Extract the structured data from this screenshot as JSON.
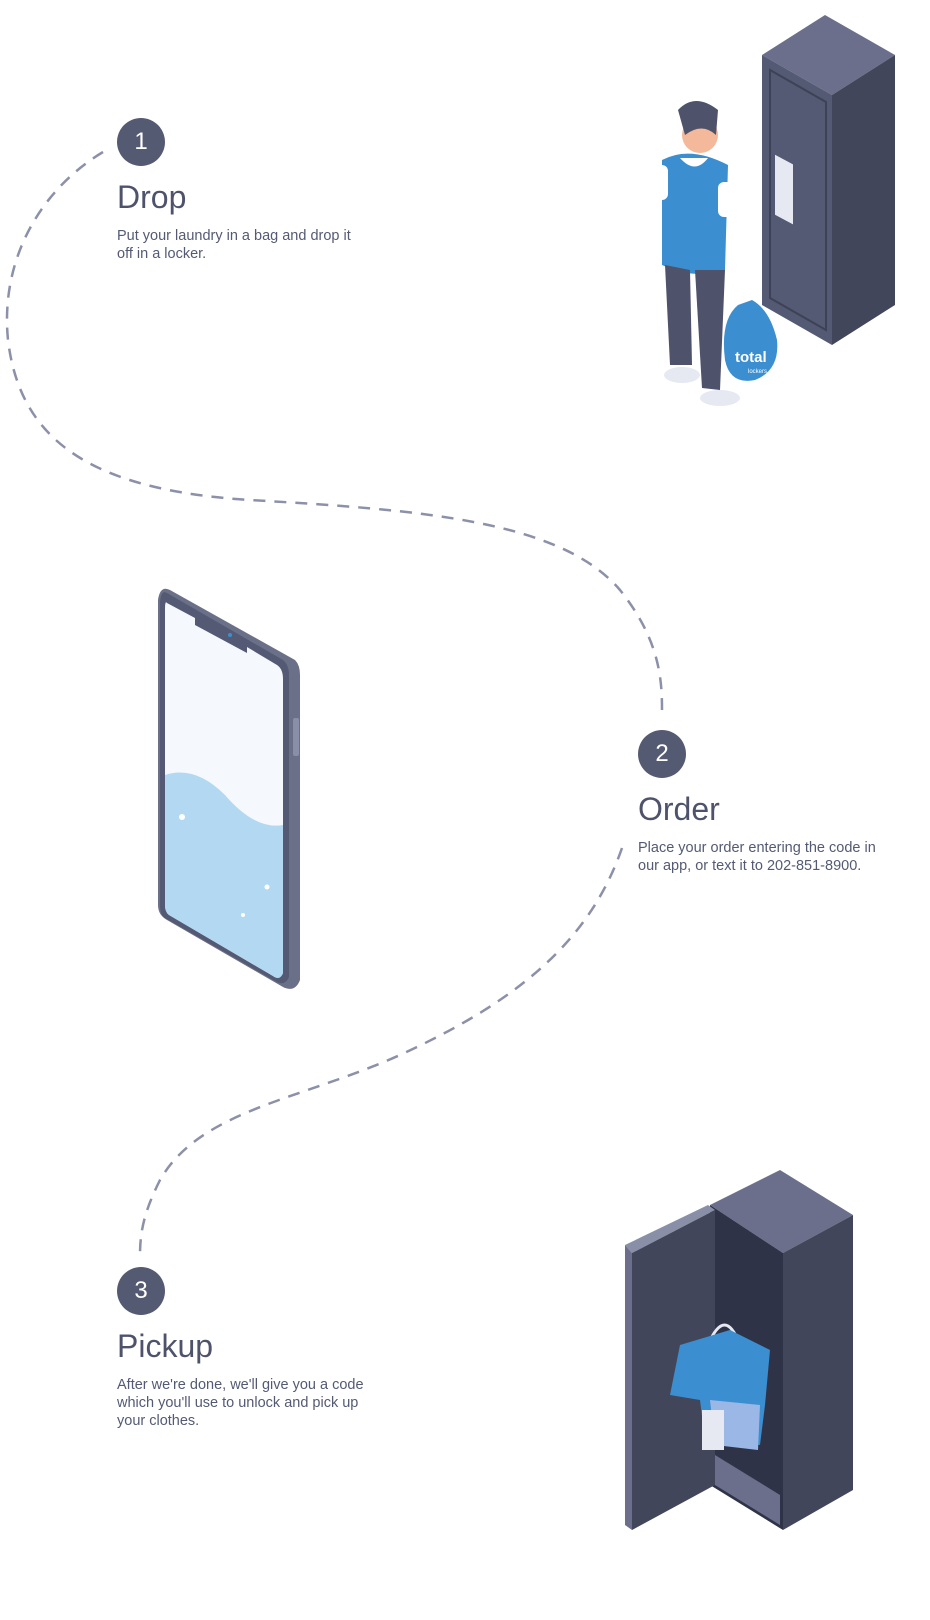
{
  "steps": [
    {
      "number": "1",
      "title": "Drop",
      "description": "Put your laundry in a bag and drop it off in a locker."
    },
    {
      "number": "2",
      "title": "Order",
      "description": "Place your order entering the code in our app, or text it to 202-851-8900."
    },
    {
      "number": "3",
      "title": "Pickup",
      "description": "After we're done, we'll give you a code which you'll use to unlock and pick up your clothes."
    }
  ],
  "bag_logo": {
    "brand": "total",
    "sub": "lockers"
  },
  "colors": {
    "badge": "#555a73",
    "text": "#545a73",
    "dash": "#8c90a8",
    "locker": "#4a4f66",
    "shirt": "#3b8fd0"
  }
}
